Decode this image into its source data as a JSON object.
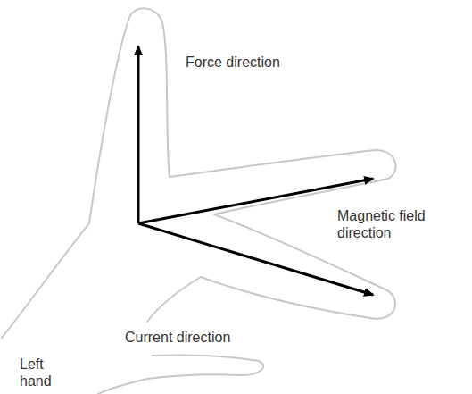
{
  "diagram": {
    "labels": [
      "Force direction",
      "Magnetic field direction",
      "Current direction",
      "Left hand"
    ]
  }
}
